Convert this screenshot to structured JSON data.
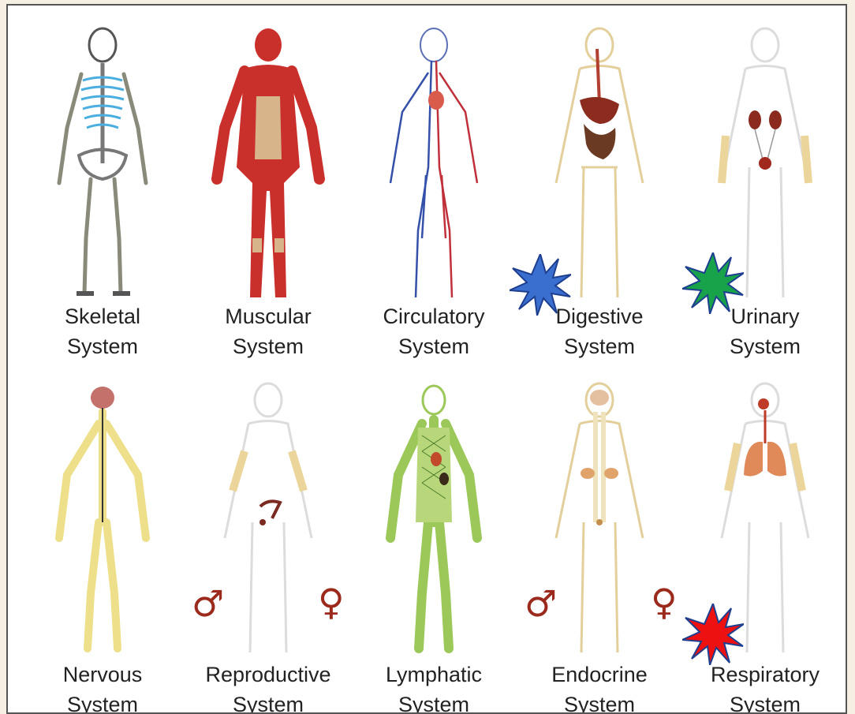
{
  "systems": [
    {
      "line1": "Skeletal",
      "line2": "System",
      "icon": "skeleton-figure"
    },
    {
      "line1": "Muscular",
      "line2": "System",
      "icon": "muscle-figure"
    },
    {
      "line1": "Circulatory",
      "line2": "System",
      "icon": "blood-vessel-figure"
    },
    {
      "line1": "Digestive",
      "line2": "System",
      "icon": "digestive-organs-figure"
    },
    {
      "line1": "Urinary",
      "line2": "System",
      "icon": "kidney-bladder-figure"
    },
    {
      "line1": "Nervous",
      "line2": "System",
      "icon": "nerve-figure"
    },
    {
      "line1": "Reproductive",
      "line2": "System",
      "icon": "reproductive-organs-figure"
    },
    {
      "line1": "Lymphatic",
      "line2": "System",
      "icon": "lymph-network-figure"
    },
    {
      "line1": "Endocrine",
      "line2": "System",
      "icon": "gland-figure"
    },
    {
      "line1": "Respiratory",
      "line2": "System",
      "icon": "lungs-figure"
    }
  ],
  "symbols": {
    "male": "♂",
    "female": "♀"
  },
  "colors": {
    "background": "#f6f0e4",
    "star_blue": "#3a6fd0",
    "star_green": "#18a34a",
    "star_red": "#ee1111",
    "star_outline": "#1e3f8f",
    "symbol": "#9b2a1c"
  }
}
